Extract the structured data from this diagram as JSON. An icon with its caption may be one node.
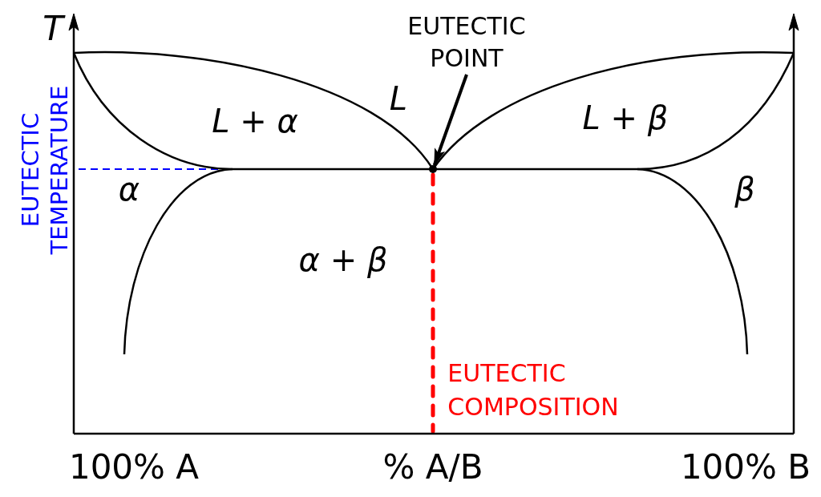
{
  "diagram": {
    "nodes": [
      {
        "text": [
          "EUTECTIC POINT"
        ]
      },
      {
        "text": [],
        "shape": "circle"
      }
    ],
    "edges": [
      {
        "from": 0,
        "to": 1,
        "arrow": "to"
      }
    ],
    "labels": [
      "T",
      "L",
      "*L* + *α*",
      "*L* + *β*",
      "EUTECTIC TEMPERATURE",
      "α",
      "β",
      "*α* + *β*",
      "EUTECTIC COMPOSITION",
      "100% A",
      "% A/B",
      "100% B"
    ]
  }
}
